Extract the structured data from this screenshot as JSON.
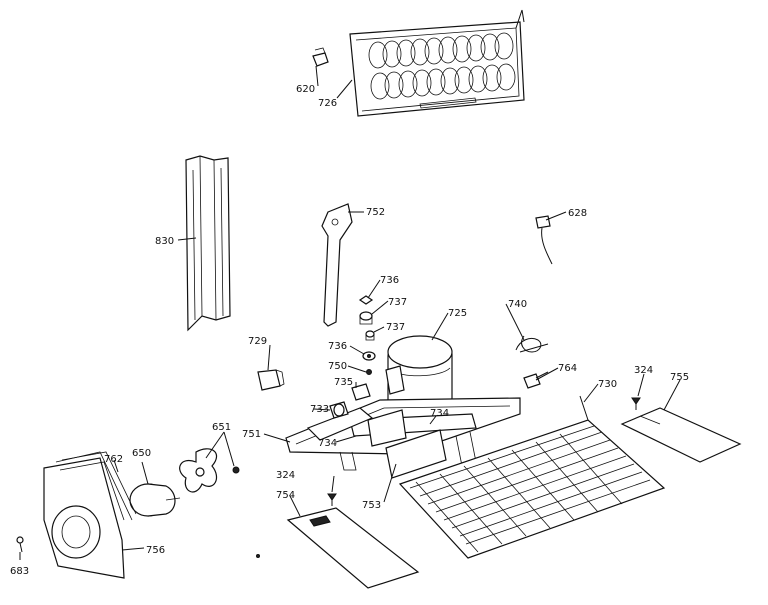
{
  "labels": {
    "p620": "620",
    "p726": "726",
    "p830": "830",
    "p752": "752",
    "p628": "628",
    "p736a": "736",
    "p737a": "737",
    "p737b": "737",
    "p740": "740",
    "p725": "725",
    "p736b": "736",
    "p729": "729",
    "p750": "750",
    "p735": "735",
    "p764": "764",
    "p730": "730",
    "p324a": "324",
    "p755": "755",
    "p733": "733",
    "p734a": "734",
    "p751": "751",
    "p734b": "734",
    "p651": "651",
    "p762": "762",
    "p650": "650",
    "p324b": "324",
    "p754": "754",
    "p753": "753",
    "p756": "756",
    "p683": "683"
  }
}
